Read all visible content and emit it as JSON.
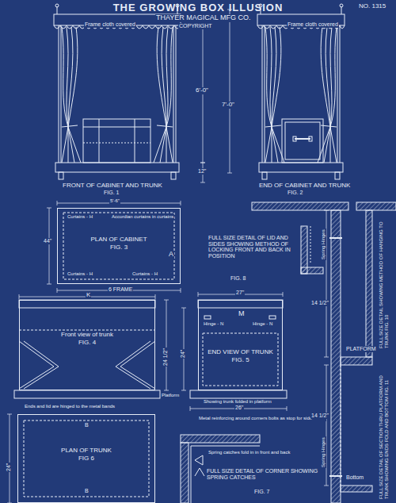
{
  "diagram": {
    "title": "THE GROWING BOX ILLUSION",
    "nodes": [
      {
        "text": [
          "PLAN OF CABINET",
          "FIG. 3"
        ]
      },
      {
        "text": [
          "Front view of trunk",
          "FIG. 4"
        ]
      },
      {
        "text": [
          "END VIEW OF TRUNK",
          "FIG. 5"
        ]
      },
      {
        "text": [
          "PLAN OF TRUNK",
          "FIG 6"
        ]
      }
    ],
    "labels": [
      "THAYER MAGICAL MFG CO.",
      "COPYRIGHT",
      "NO. 1315",
      "Frame cloth covered",
      "Frame cloth covered",
      "6'-0\"",
      "7'-0\"",
      "12\"",
      "FRONT OF CABINET AND TRUNK",
      "FIG. 1",
      "5'-6\"",
      "END OF CABINET AND TRUNK",
      "FIG. 2",
      "44\"",
      "Curtains - H",
      "Accordian curtains in curtains",
      "A",
      "Curtains - H",
      "Curtains - H",
      "6 FRAME",
      "FULL SIZE DETAIL OF LID AND SIDES SHOWING METHOD OF LOCKING FRONT AND BACK IN POSITION",
      "FIG. 8",
      "27\"",
      "K",
      "24 1/2\"",
      "24\"",
      "Hinge - N",
      "Hinge - N",
      "M",
      "Platform",
      "Showing trunk folded in platform",
      "26\"",
      "Ends and lid are hinged to the metal bands",
      "B",
      "B",
      "24\"",
      "Metal reinforcing around corners bolts as stop for side",
      "Spring catches fold in in front and back",
      "FULL SIZE DETAIL OF CORNER SHOWING SPRING CATCHES",
      "FIG. 7",
      "14 1/2\"",
      "14 1/2\"",
      "Spring Hinges",
      "Spring Hinges",
      "PLATFORM",
      "Bottom",
      "FULL SIZE DETAIL SHOWING METHOD OF HANGING TO TRUNK FIG. 10",
      "FULL SIZE DETAIL OF SECTION THRU PLATFORM AND TRUNK SHOWING ENDS FOLD AND BOTTOM FIG. 11"
    ]
  }
}
